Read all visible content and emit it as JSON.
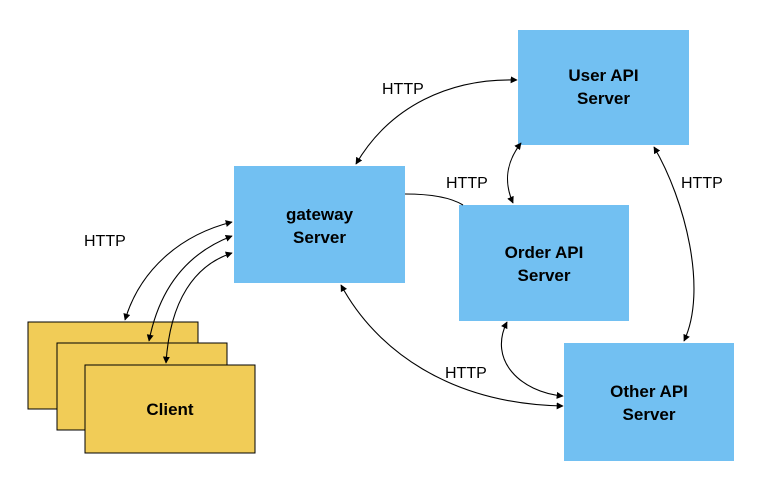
{
  "colors": {
    "server_fill": "#72C0F2",
    "client_fill": "#F1CC57",
    "line": "#000000",
    "background": "#FFFFFF"
  },
  "nodes": {
    "user_api": {
      "line1": "User API",
      "line2": "Server"
    },
    "gateway": {
      "line1": "gateway",
      "line2": "Server"
    },
    "order_api": {
      "line1": "Order API",
      "line2": "Server"
    },
    "other_api": {
      "line1": "Other API",
      "line2": "Server"
    },
    "client": {
      "label": "Client"
    }
  },
  "edge_labels": {
    "gateway_user": "HTTP",
    "gateway_order": "HTTP",
    "user_other": "HTTP",
    "client_gateway": "HTTP",
    "gateway_other": "HTTP"
  }
}
